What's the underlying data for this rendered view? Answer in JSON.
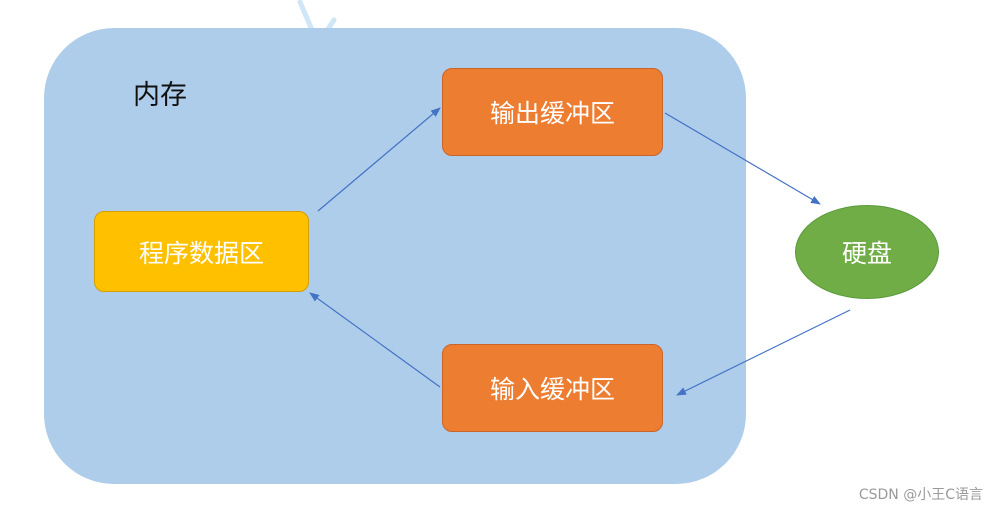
{
  "diagram": {
    "memory_label": "内存",
    "nodes": {
      "program_data": "程序数据区",
      "output_buffer": "输出缓冲区",
      "input_buffer": "输入缓冲区",
      "disk": "硬盘"
    },
    "edges": [
      {
        "from": "program_data",
        "to": "output_buffer"
      },
      {
        "from": "output_buffer",
        "to": "disk"
      },
      {
        "from": "disk",
        "to": "input_buffer"
      },
      {
        "from": "input_buffer",
        "to": "program_data"
      }
    ],
    "colors": {
      "memory": "#adcdea",
      "program_data": "#ffc000",
      "buffers": "#ed7d31",
      "disk": "#70ad47",
      "arrows": "#4472c4"
    }
  },
  "watermark": "CSDN @小王C语言"
}
